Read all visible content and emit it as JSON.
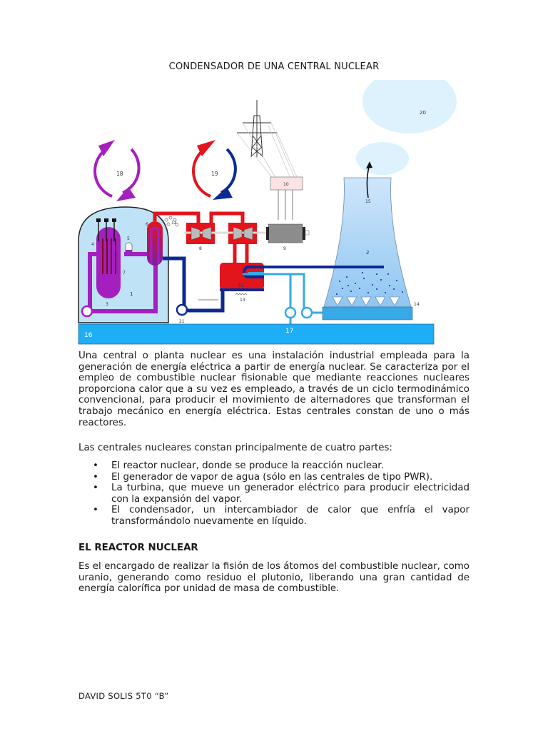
{
  "document": {
    "title": "CONDENSADOR DE UNA CENTRAL NUCLEAR",
    "figure": {
      "description": "Diagrama de una central nuclear PWR",
      "labels": {
        "n1": "1",
        "n2": "2",
        "n3": "3",
        "n4": "4",
        "n5": "5",
        "n6": "6",
        "n7": "7",
        "n8": "8",
        "n9": "9",
        "n10": "10",
        "n11": "11",
        "n12": "12",
        "n13": "13",
        "n14": "14",
        "n15": "15",
        "n16": "16",
        "n17": "17",
        "n18": "18",
        "n19": "19",
        "n20": "20",
        "n21": "21"
      },
      "colors": {
        "hot_loop": "#e3141b",
        "primary_loop": "#a51fbf",
        "cold_loop": "#0c2a93",
        "cooling_water": "#36a9e6",
        "river": "#1eaef5",
        "containment": "#bfe2f7",
        "cooling_tower": "#a8d4f5",
        "steam_cloud": "#ddf2fc"
      }
    },
    "paragraph_1": "Una central o planta nuclear es una instalación industrial empleada para la generación de energía eléctrica a partir de energía nuclear. Se caracteriza por el empleo de combustible nuclear fisionable que mediante reacciones nucleares proporciona calor que a su vez es empleado, a través de un ciclo termodinámico convencional, para producir el movimiento de alternadores que transforman el trabajo mecánico en energía eléctrica. Estas centrales constan de uno o más reactores.",
    "paragraph_2": "Las centrales nucleares constan principalmente de cuatro partes:",
    "parts_list": [
      {
        "bullet": "•",
        "text": "El reactor nuclear, donde se produce la reacción nuclear."
      },
      {
        "bullet": "•",
        "text": "El generador de vapor de agua (sólo en las centrales de tipo PWR)."
      },
      {
        "bullet": "•",
        "text": "La turbina, que mueve un generador eléctrico para producir electricidad con la expansión del vapor."
      },
      {
        "bullet": "•",
        "text": "El condensador, un intercambiador de calor que enfría el vapor transformándolo nuevamente en líquido."
      }
    ],
    "section_heading": "EL REACTOR NUCLEAR",
    "paragraph_3": "Es el encargado de realizar la fisión de los átomos del combustible nuclear, como uranio, generando como residuo el plutonio, liberando una gran cantidad de energía calorífica por unidad de masa de combustible.",
    "footer": "DAVID SOLIS 5T0 “B”"
  }
}
